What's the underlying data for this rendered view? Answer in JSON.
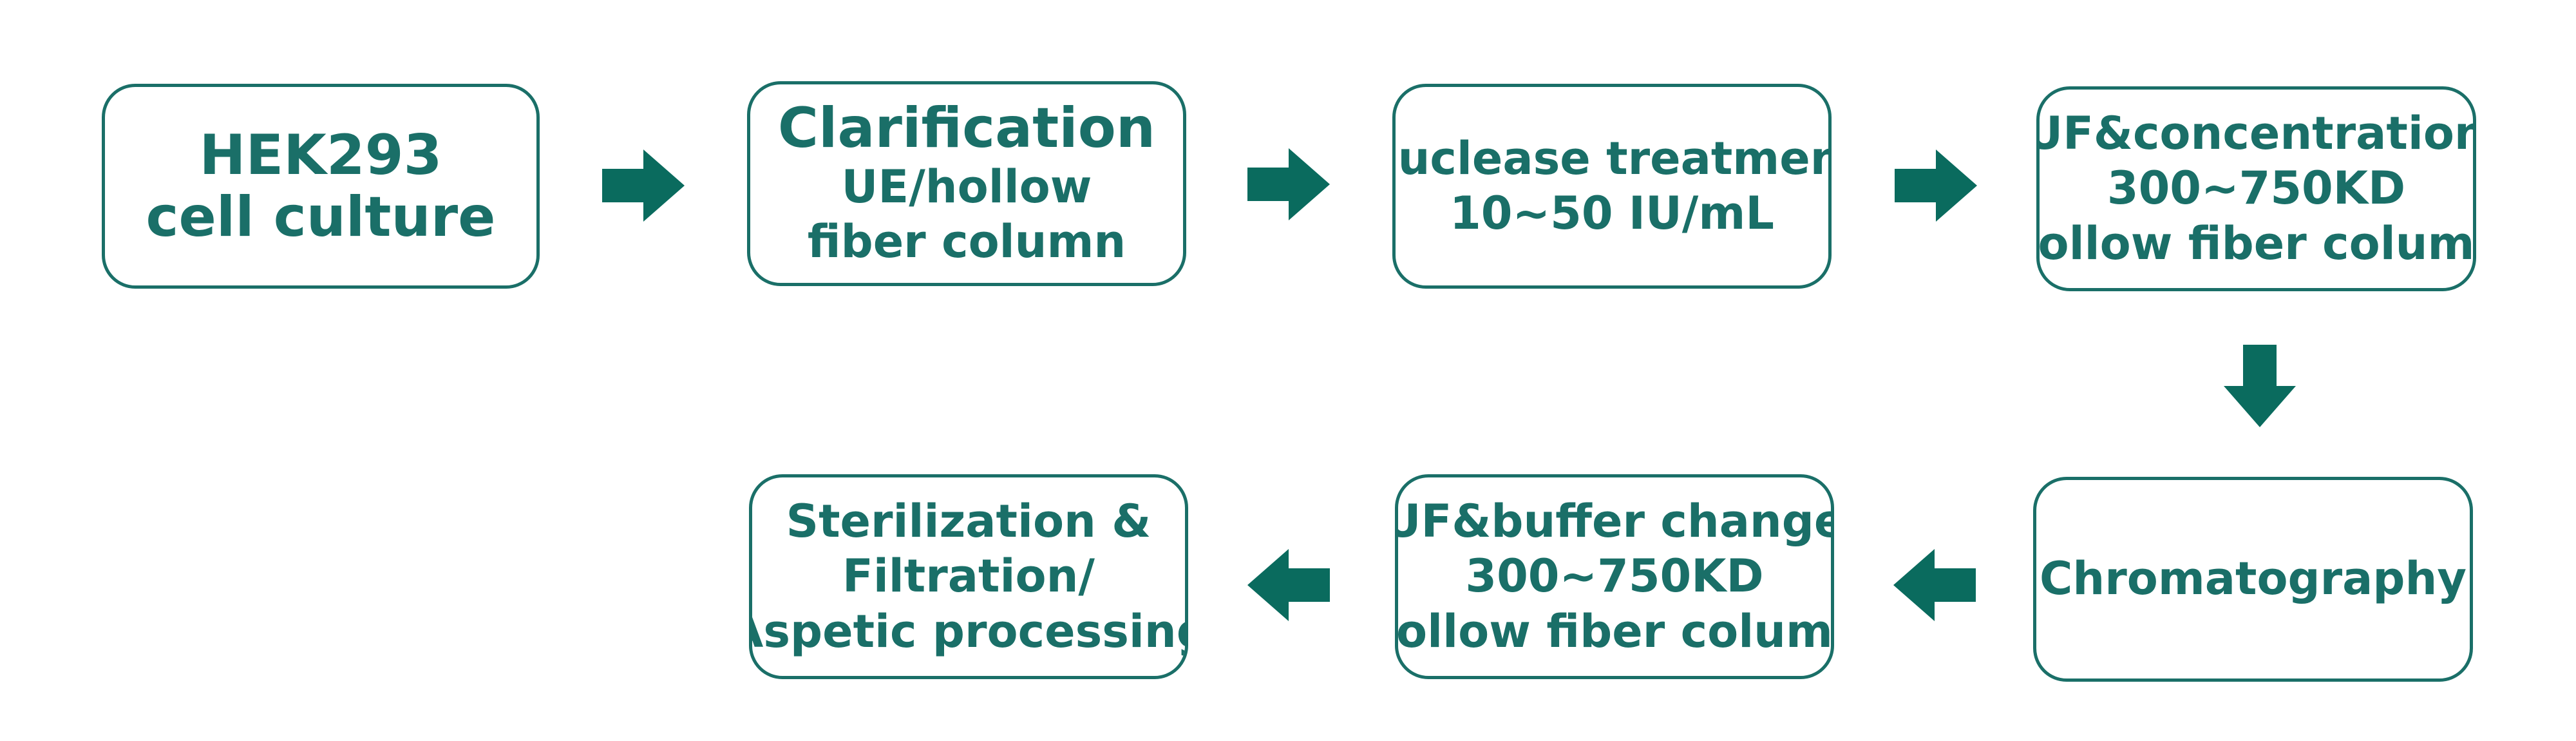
{
  "colors": {
    "box_border": "#1a6f68",
    "text": "#1a6f68",
    "arrow": "#0a6b5e",
    "background": "#ffffff"
  },
  "steps": [
    {
      "lines": [
        "HEK293",
        "cell culture"
      ]
    },
    {
      "lines": [
        "Clarification",
        "UE/hollow",
        "fiber column"
      ]
    },
    {
      "lines": [
        "Nuclease treatment",
        "10~50 IU/mL"
      ]
    },
    {
      "lines": [
        "UF&concentration",
        "300~750KD",
        "hollow fiber column"
      ]
    },
    {
      "lines": [
        "Chromatography"
      ]
    },
    {
      "lines": [
        "UF&buffer change",
        "300~750KD",
        "hollow fiber column"
      ]
    },
    {
      "lines": [
        "Sterilization &",
        "Filtration/",
        "Aspetic processing"
      ]
    }
  ],
  "arrows": [
    {
      "icon": "arrow-right-icon",
      "direction": "right"
    },
    {
      "icon": "arrow-right-icon",
      "direction": "right"
    },
    {
      "icon": "arrow-right-icon",
      "direction": "right"
    },
    {
      "icon": "arrow-down-icon",
      "direction": "down"
    },
    {
      "icon": "arrow-left-icon",
      "direction": "left"
    },
    {
      "icon": "arrow-left-icon",
      "direction": "left"
    }
  ]
}
